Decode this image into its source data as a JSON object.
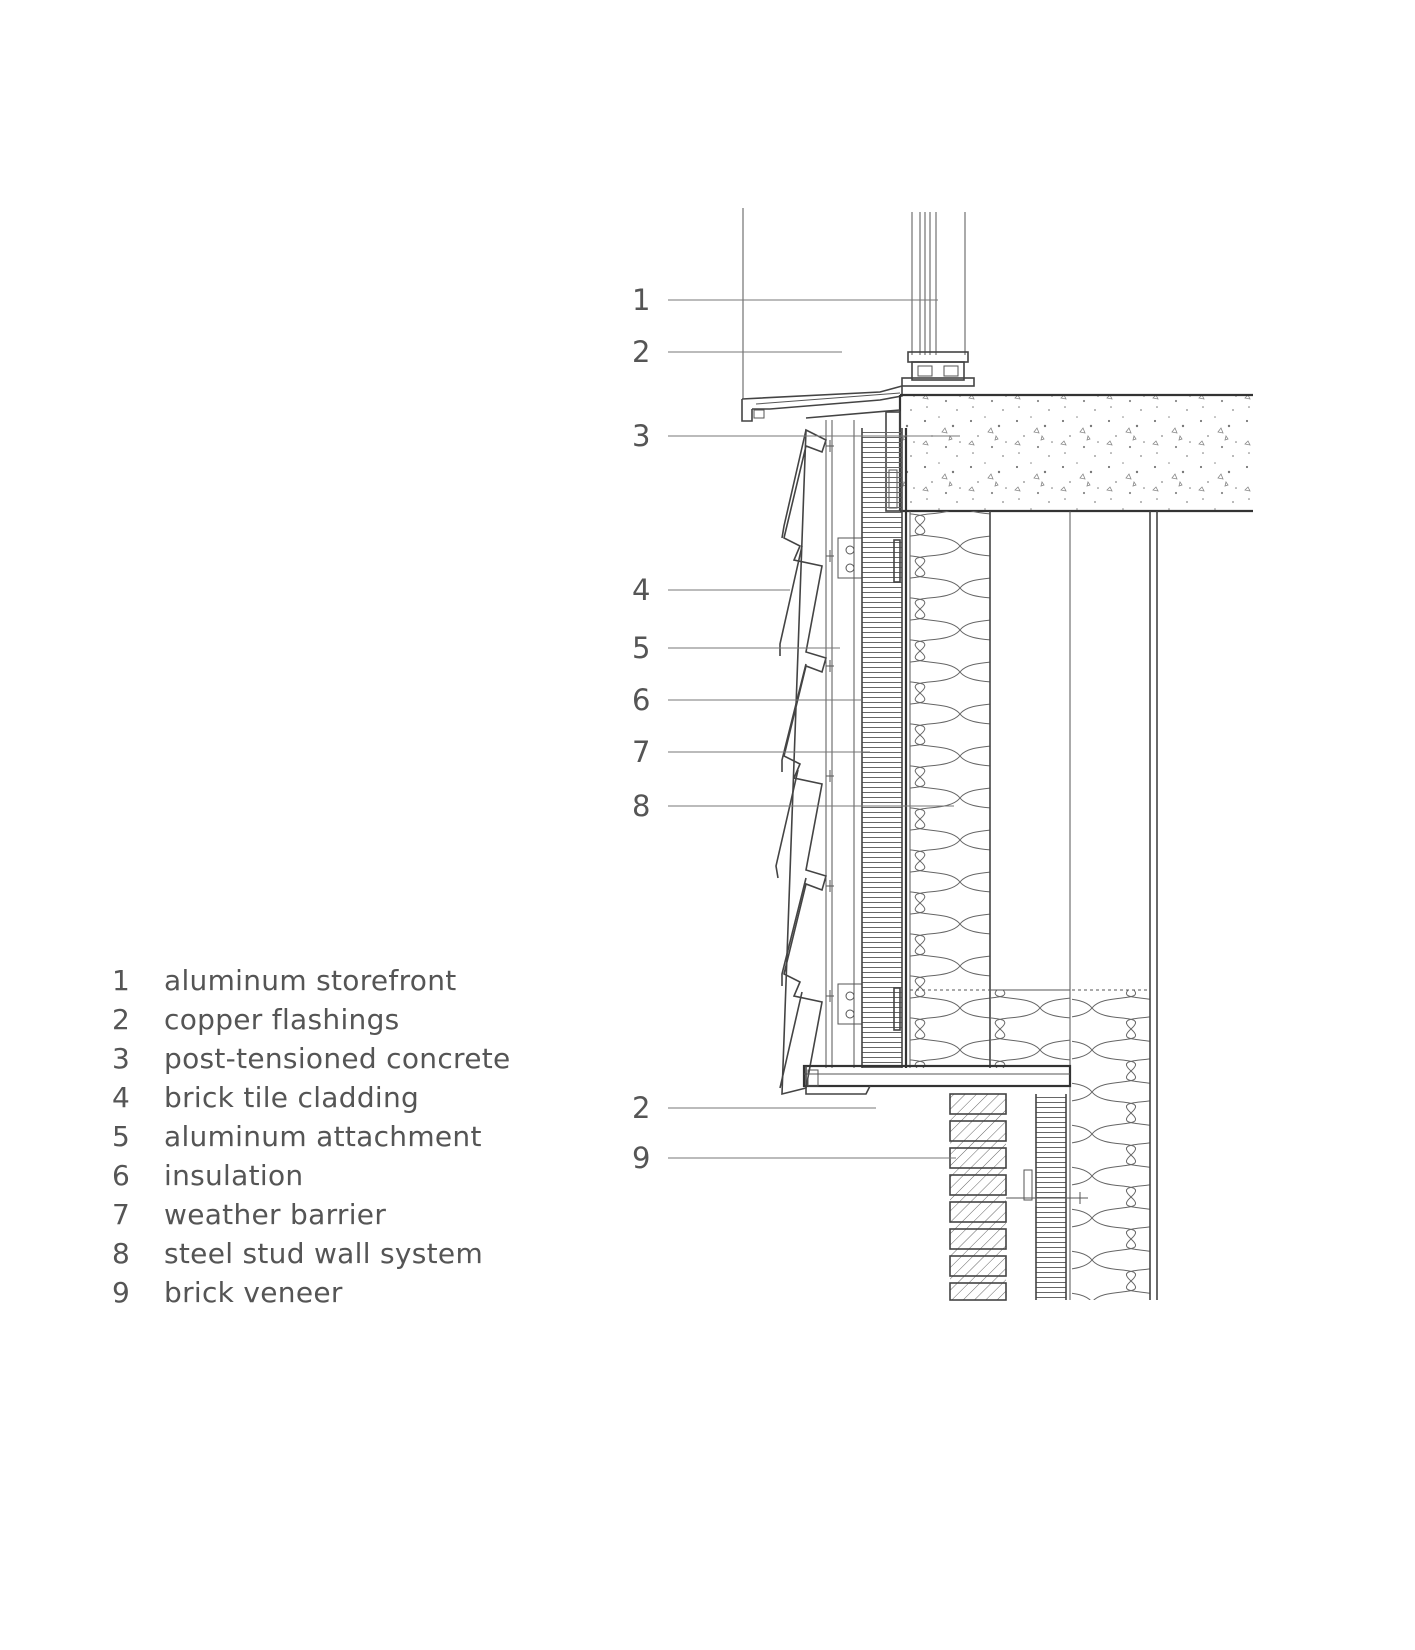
{
  "callouts": [
    {
      "num": "1"
    },
    {
      "num": "2"
    },
    {
      "num": "3"
    },
    {
      "num": "4"
    },
    {
      "num": "5"
    },
    {
      "num": "6"
    },
    {
      "num": "7"
    },
    {
      "num": "8"
    },
    {
      "num": "2"
    },
    {
      "num": "9"
    }
  ],
  "legend": [
    {
      "num": "1",
      "text": "aluminum storefront"
    },
    {
      "num": "2",
      "text": "copper flashings"
    },
    {
      "num": "3",
      "text": "post-tensioned concrete"
    },
    {
      "num": "4",
      "text": "brick tile cladding"
    },
    {
      "num": "5",
      "text": "aluminum attachment"
    },
    {
      "num": "6",
      "text": "insulation"
    },
    {
      "num": "7",
      "text": "weather barrier"
    },
    {
      "num": "8",
      "text": "steel stud wall system"
    },
    {
      "num": "9",
      "text": "brick veneer"
    }
  ],
  "colors": {
    "line": "#444444",
    "text": "#555555",
    "background": "#ffffff"
  }
}
